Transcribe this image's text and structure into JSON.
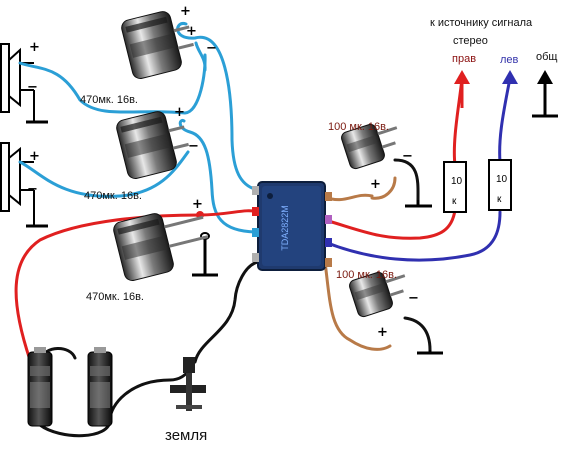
{
  "labels": {
    "cap_top": "470мк. 16в.",
    "cap_mid": "470мк. 16в.",
    "cap_bottom": "470мк. 16в.",
    "cap_small_top": "100 мк. 16в.",
    "cap_small_bottom": "100 мк. 16в.",
    "source_line1": "к источнику сигнала",
    "source_line2": "стерео",
    "right": "прав",
    "left": "лев",
    "common": "общ",
    "ground": "земля",
    "resistor1_value": "10",
    "resistor1_unit": "к",
    "resistor2_value": "10",
    "resistor2_unit": "к",
    "chip_text": "TDA2822M"
  },
  "signs": {
    "plus": "+",
    "minus": "−"
  },
  "colors": {
    "blue_wire": "#2b9fd6",
    "red_wire": "#e02020",
    "brown_wire": "#b87a48",
    "navy_wire": "#3030b0",
    "black_wire": "#111111",
    "chip": "#1f3a6e"
  }
}
